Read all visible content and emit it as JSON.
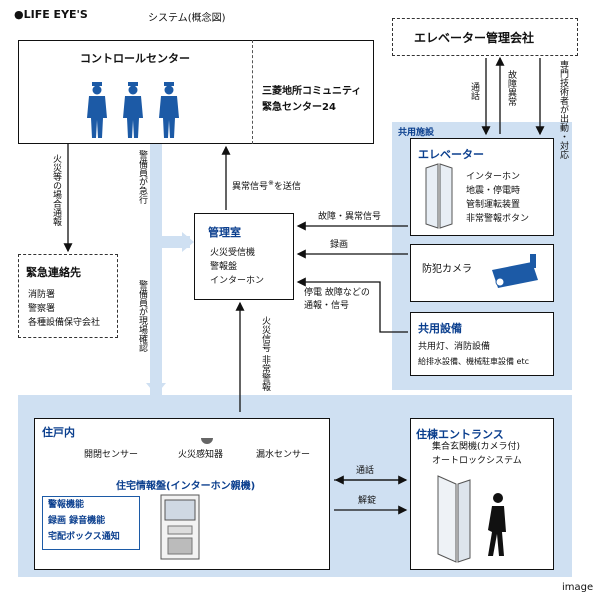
{
  "header": {
    "brand": "●LIFE EYE'S",
    "subtitle": "システム(概念図)"
  },
  "elevator_company": {
    "title": "エレベーター管理会社"
  },
  "control_center": {
    "title": "コントロールセンター",
    "right_label_1": "三菱地所コミュニティ",
    "right_label_2": "緊急センター24"
  },
  "emergency_contacts": {
    "title": "緊急連絡先",
    "items": [
      "消防署",
      "警察署",
      "各種設備保守会社"
    ]
  },
  "kanrishitsu": {
    "title": "管理室",
    "items": [
      "火災受信機",
      "警報盤",
      "インターホン"
    ]
  },
  "shared_facility": {
    "label": "共用施設"
  },
  "elevator": {
    "title": "エレベーター",
    "items": [
      "インターホン",
      "地震・停電時",
      "管制運転装置",
      "非常警報ボタン"
    ]
  },
  "camera": {
    "label": "防犯カメラ"
  },
  "common_equipment": {
    "title": "共用設備",
    "line1": "共用灯、消防設備",
    "line2": "給排水設備、機械駐車設備 etc"
  },
  "unit": {
    "title": "住戸内",
    "sensor_left": "開閉センサー",
    "sensor_mid": "火災感知器",
    "sensor_right": "漏水センサー",
    "panel_title": "住宅情報盤(インターホン親機)",
    "functions": [
      "警報機能",
      "録画 録音機能",
      "宅配ボックス通知"
    ]
  },
  "entrance": {
    "title": "住棟エントランス",
    "line1": "集合玄関機(カメラ付)",
    "line2": "オートロックシステム"
  },
  "arrows": {
    "fire_report": "火災等の場合通報",
    "guard_rush": "警備員が急行",
    "guard_check": "警備員が現場確認",
    "abnormal_signal": "異常信号",
    "abnormal_note": "※",
    "abnormal_send": "を送信",
    "call": "通話",
    "fault_alarm": "故障異常",
    "technician": "専門技術者が出動・対応",
    "fault_signal": "故障・異常信号",
    "recording": "録画",
    "outage_fault": "停電 故障などの",
    "report_signal": "通報・信号",
    "fire_signal": "火災信号 非常警報",
    "entrance_call": "通話",
    "unlock": "解錠"
  },
  "footer": {
    "label": "image"
  }
}
